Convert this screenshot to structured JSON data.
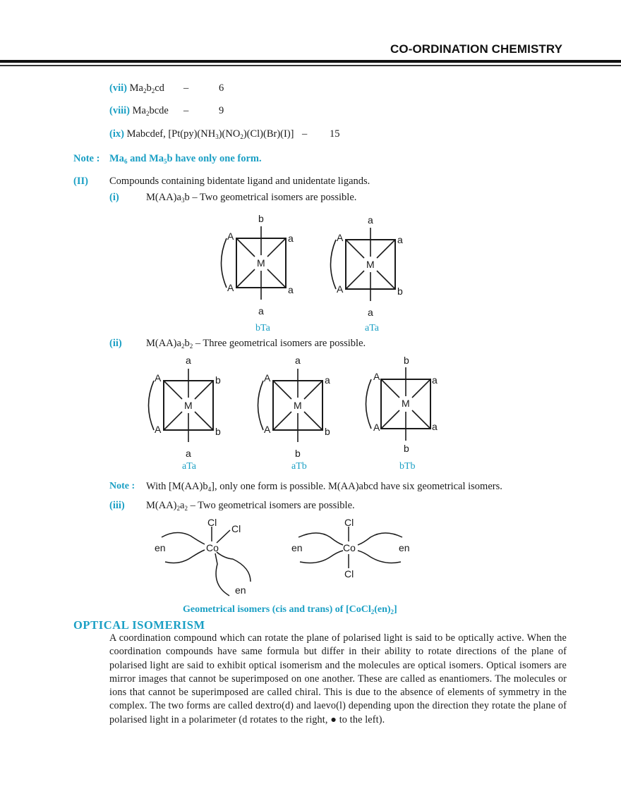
{
  "header": {
    "title": "CO-ORDINATION CHEMISTRY"
  },
  "list_items": [
    {
      "label": "(vii)",
      "formula": [
        "Ma",
        "2",
        "b",
        "2",
        "cd"
      ],
      "dash": "–",
      "count": "6"
    },
    {
      "label": "(viii)",
      "formula": [
        "Ma",
        "2",
        "bcde"
      ],
      "dash": "–",
      "count": "9"
    },
    {
      "label": "(ix)",
      "formula_text": "Mabcdef, [Pt(py)(NH",
      "sub1": "3",
      "mid": ")(NO",
      "sub2": "2",
      "end": ")(Cl)(Br)(I)]",
      "dash": "–",
      "count": "15"
    }
  ],
  "note1": {
    "label": "Note :",
    "t1": "Ma",
    "s1": "6",
    "t2": " and Ma",
    "s2": "5",
    "t3": "b have only one form."
  },
  "section_II": {
    "label": "(II)",
    "text": "Compounds containing bidentate ligand and unidentate ligands."
  },
  "sub_i": {
    "label": "(i)",
    "t1": "M(AA)a",
    "s1": "3",
    "t2": "b – Two geometrical isomers are possible.",
    "diagrams": [
      {
        "caption": "bTa",
        "top": "b",
        "bottom": "a",
        "tr": "a",
        "br": "a"
      },
      {
        "caption": "aTa",
        "top": "a",
        "bottom": "a",
        "tr": "a",
        "br": "b"
      }
    ]
  },
  "sub_ii": {
    "label": "(ii)",
    "t1": "M(AA)a",
    "s1": "2",
    "t2": "b",
    "s2": "2",
    "t3": " – Three geometrical isomers are possible.",
    "diagrams": [
      {
        "caption": "aTa",
        "top": "a",
        "bottom": "a",
        "tr": "b",
        "br": "b"
      },
      {
        "caption": "aTb",
        "top": "a",
        "bottom": "b",
        "tr": "a",
        "br": "b"
      },
      {
        "caption": "bTb",
        "top": "b",
        "bottom": "b",
        "tr": "a",
        "br": "a"
      }
    ]
  },
  "diagram_common": {
    "bidentate": "A",
    "metal": "M"
  },
  "note2": {
    "label": "Note :",
    "t1": "With [M(AA)b",
    "s1": "4",
    "t2": "], only one form is possible. M(AA)abcd have six geometrical isomers."
  },
  "sub_iii": {
    "label": "(iii)",
    "t1": "M(AA)",
    "s1": "2",
    "t2": "a",
    "s2": "2",
    "t3": " – Two geometrical isomers are possible."
  },
  "cobalt_figure": {
    "metal": "Co",
    "ligand": "Cl",
    "chelate": "en",
    "caption_t1": "Geometrical isomers (cis and trans) of [CoCl",
    "caption_s1": "2",
    "caption_t2": "(en)",
    "caption_s2": "2",
    "caption_t3": "]"
  },
  "optical": {
    "heading": "OPTICAL ISOMERISM",
    "paragraph_a": " A coordination compound which can rotate the plane of polarised light is said to be optically active. When the coordination compounds have same formula but differ in their ability to rotate directions of the plane of polarised light are said to exhibit optical isomerism and the molecules are optical isomers. Optical isomers are mirror images that cannot be superimposed on one another. These are called as enantiomers. The molecules or ions that cannot be superimposed are called chiral. This is due to the absence of elements of symmetry in the complex. The two forms are called dextro(d) and laevo(l) depending upon the direction they rotate the plane of polarised light in a polarimeter (d rotates to the right, ",
    "bullet": "●",
    "paragraph_b": " to the left)."
  },
  "colors": {
    "accent": "#1a9fc4",
    "text": "#1a1a1a"
  }
}
